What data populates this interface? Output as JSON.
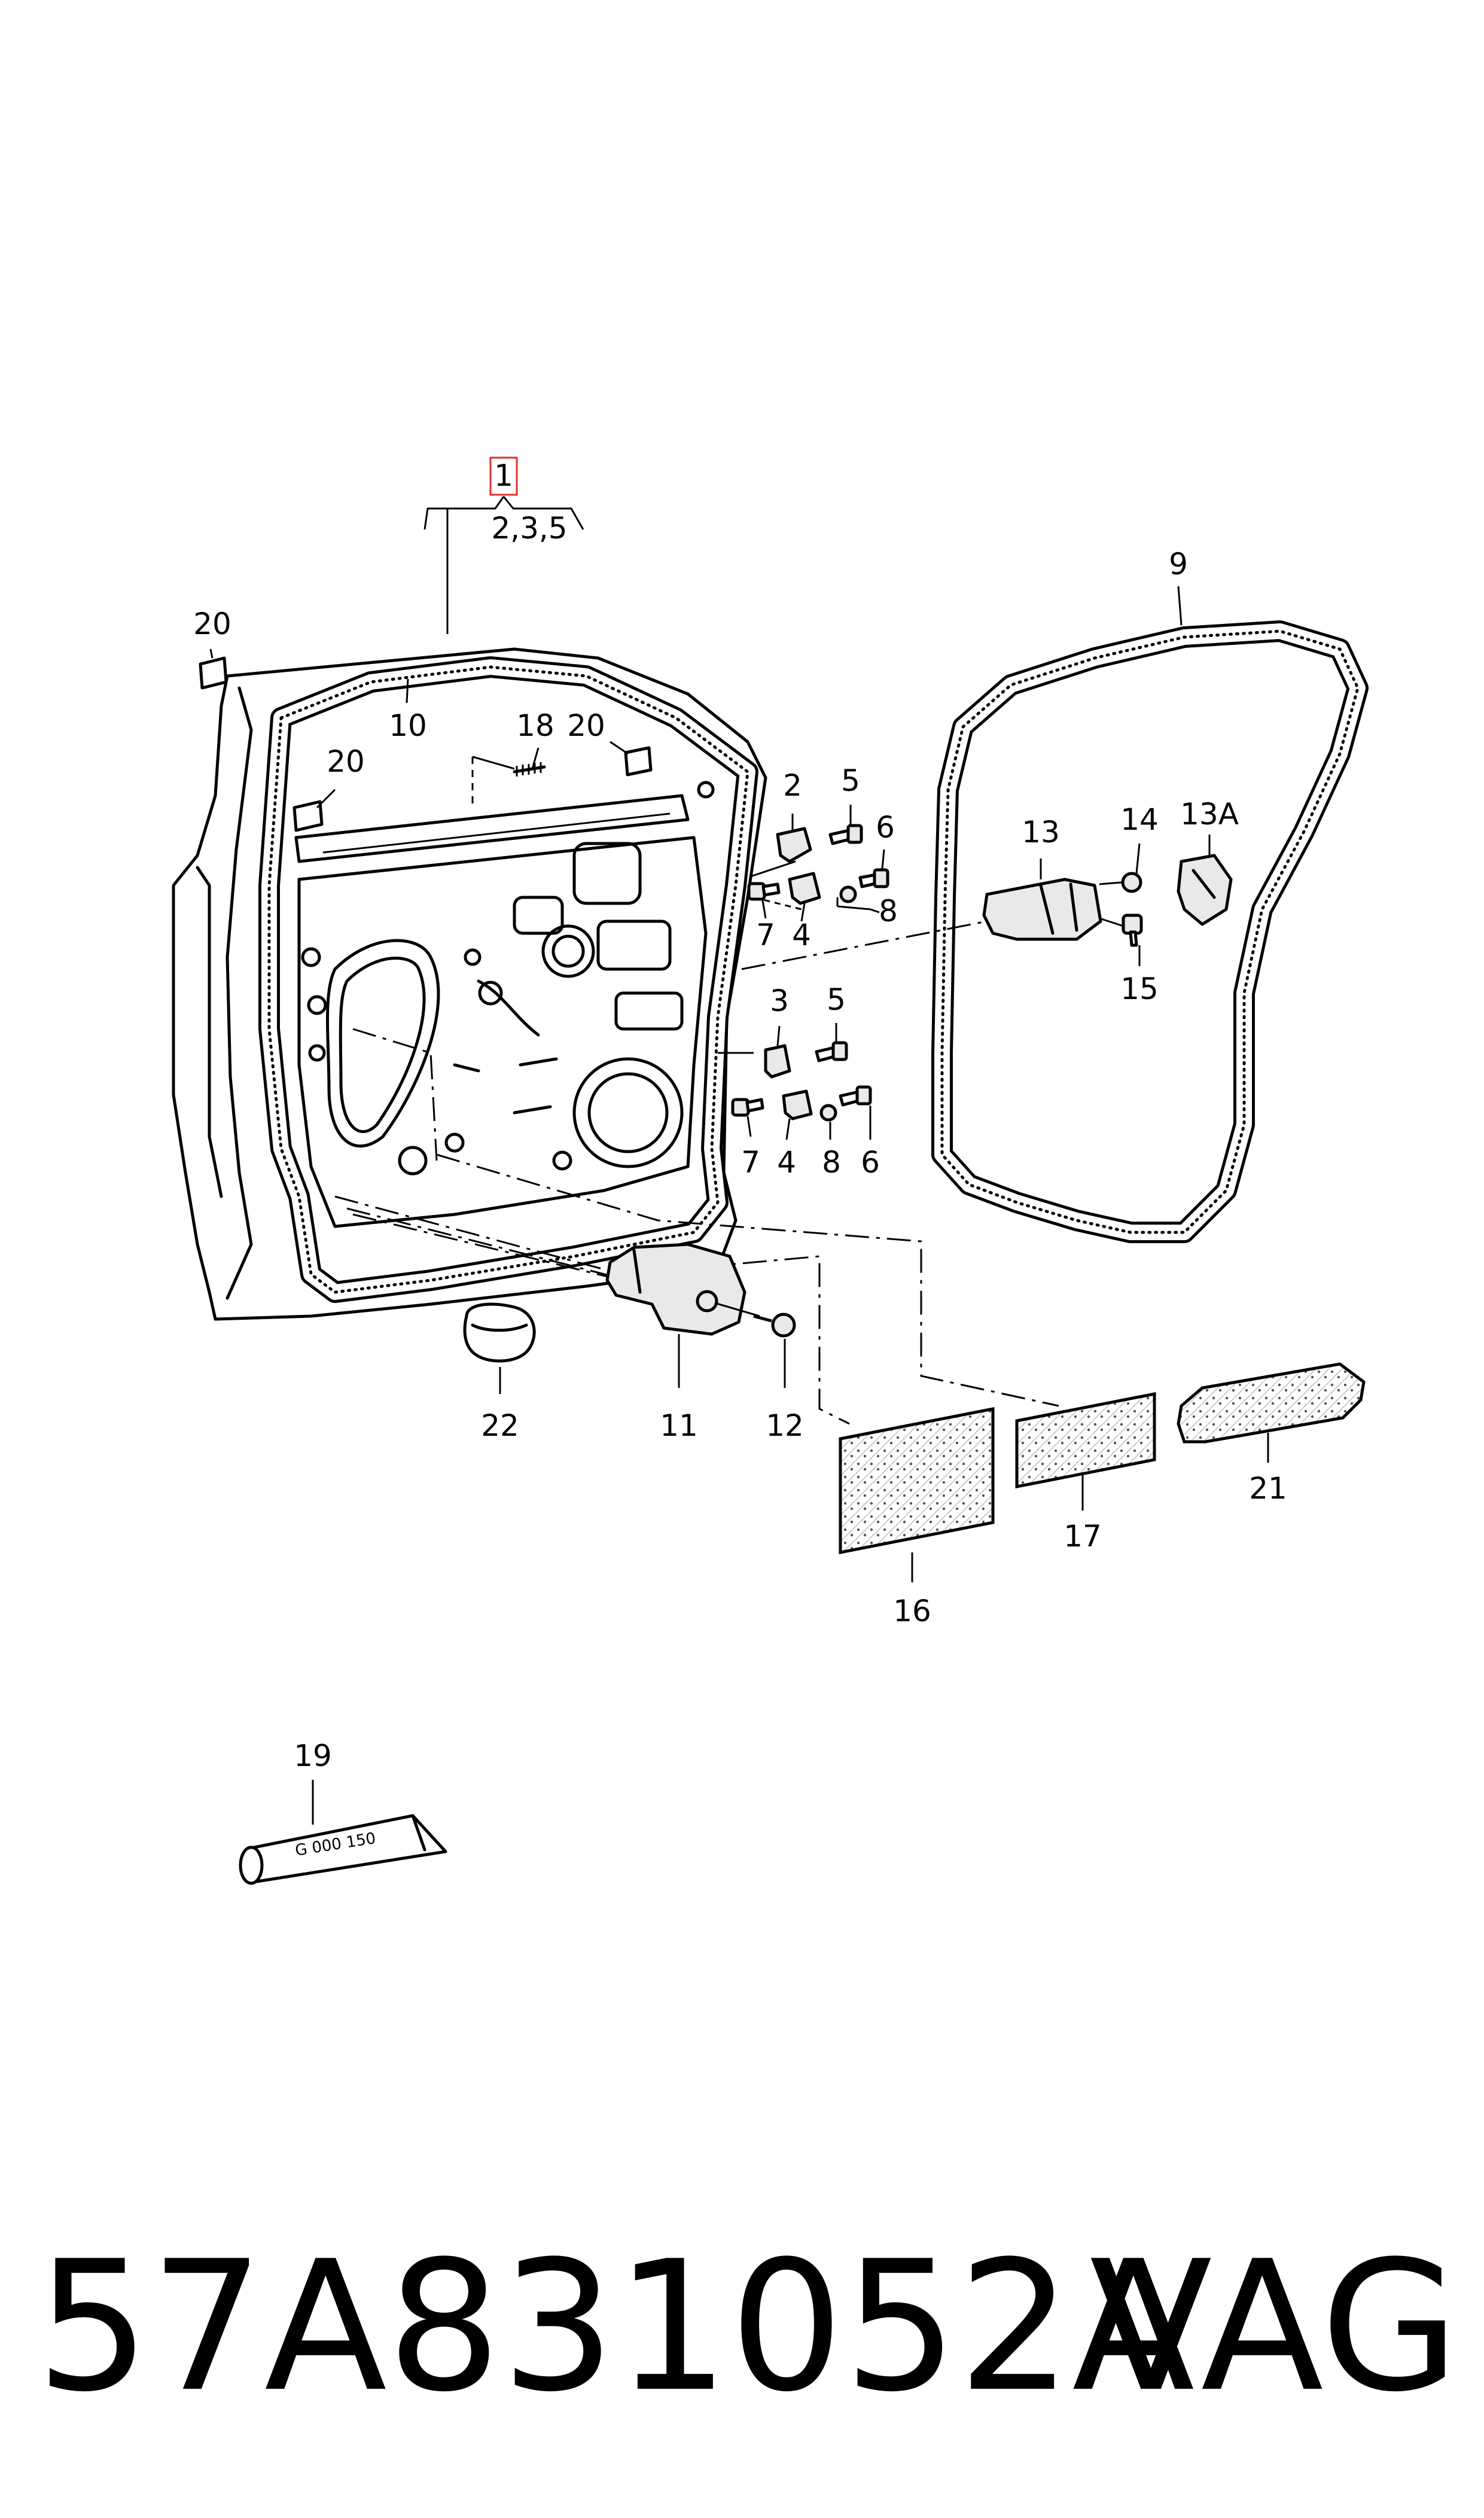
{
  "callouts": {
    "c1": "1",
    "c235": "2,3,5",
    "c9": "9",
    "c20a": "20",
    "c20b": "20",
    "c20c": "20",
    "c10": "10",
    "c18": "18",
    "c2": "2",
    "c5a": "5",
    "c6a": "6",
    "c7a": "7",
    "c4a": "4",
    "c8a": "8",
    "c3": "3",
    "c5b": "5",
    "c7b": "7",
    "c4b": "4",
    "c8b": "8",
    "c6b": "6",
    "c13": "13",
    "c14": "14",
    "c13a": "13A",
    "c15": "15",
    "c22": "22",
    "c11": "11",
    "c12": "12",
    "c16": "16",
    "c17": "17",
    "c21": "21",
    "c19": "19"
  },
  "tube_label": "G 000 150",
  "footer": {
    "part_number": "57A831052A",
    "brand": "VAG"
  },
  "colors": {
    "highlight_box": "#e03030"
  }
}
